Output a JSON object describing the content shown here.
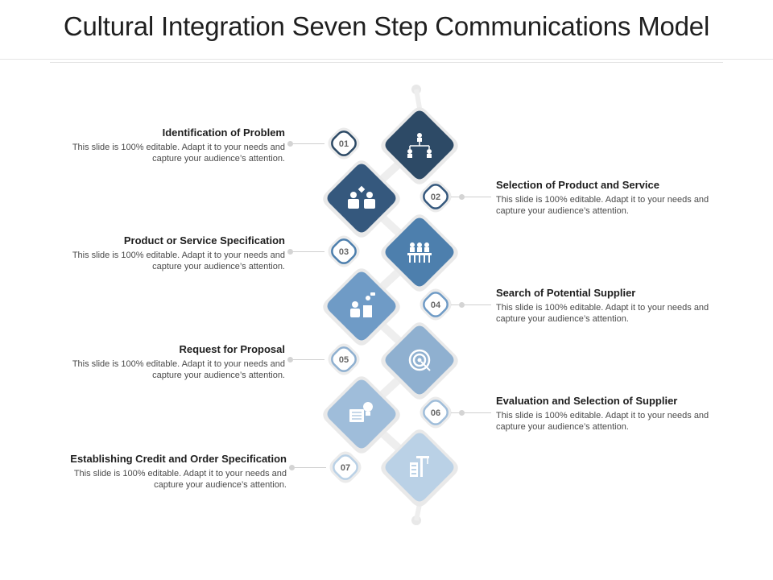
{
  "title": "Cultural Integration Seven Step Communications Model",
  "steps": [
    {
      "number": "01",
      "title": "Identification of Problem",
      "desc_line1": "This slide is 100% editable. Adapt it to your needs and",
      "desc_line2": "capture your audience’s attention.",
      "side": "left",
      "icon": "org-chart-icon",
      "color": "#2d4a66"
    },
    {
      "number": "02",
      "title": "Selection of Product and  Service",
      "desc_line1": "This slide is 100% editable. Adapt it to your needs and",
      "desc_line2": "capture your audience’s attention.",
      "side": "right",
      "icon": "business-people-icon",
      "color": "#35587d"
    },
    {
      "number": "03",
      "title": "Product or Service Specification",
      "desc_line1": "This slide is 100% editable. Adapt it to your needs and",
      "desc_line2": "capture your audience’s attention.",
      "side": "left",
      "icon": "meeting-table-icon",
      "color": "#4d7fad"
    },
    {
      "number": "04",
      "title": "Search of Potential Supplier",
      "desc_line1": "This slide is 100% editable. Adapt it to your needs and",
      "desc_line2": "capture your audience’s attention.",
      "side": "right",
      "icon": "presenter-audience-icon",
      "color": "#6f9bc6"
    },
    {
      "number": "05",
      "title": "Request for Proposal",
      "desc_line1": "This slide is 100% editable. Adapt it to your needs and",
      "desc_line2": "capture your audience’s attention.",
      "side": "left",
      "icon": "target-icon",
      "color": "#8fb0d0"
    },
    {
      "number": "06",
      "title": "Evaluation and Selection of Supplier",
      "desc_line1": "This slide is 100% editable. Adapt it to your needs and",
      "desc_line2": "capture your audience’s attention.",
      "side": "right",
      "icon": "document-lightbulb-icon",
      "color": "#9fbdda"
    },
    {
      "number": "07",
      "title": "Establishing Credit and Order Specification",
      "desc_line1": "This slide is 100% editable. Adapt it to your needs and",
      "desc_line2": "capture your audience’s attention.",
      "side": "left",
      "icon": "building-crane-icon",
      "color": "#bad1e6"
    }
  ]
}
